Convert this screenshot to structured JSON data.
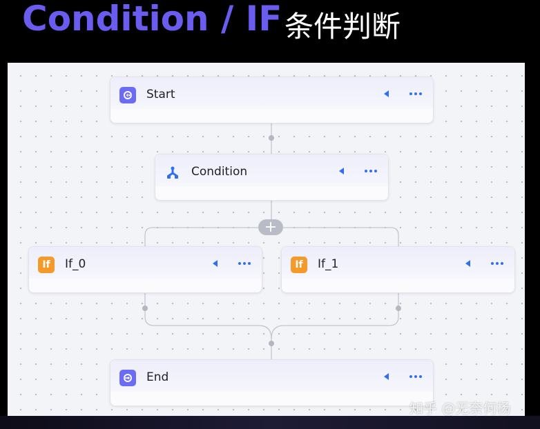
{
  "heading": {
    "title_en": "Condition / IF",
    "title_cn": "条件判断",
    "title_en_color": "#6b5cf0"
  },
  "canvas": {
    "nodes": [
      {
        "id": "start",
        "label": "Start",
        "icon": "start-icon",
        "icon_color": "#6b6cf5"
      },
      {
        "id": "condition",
        "label": "Condition",
        "icon": "branch-icon",
        "icon_color": "#2f6ff0"
      },
      {
        "id": "if0",
        "label": "If_0",
        "icon": "if-icon",
        "icon_text": "If",
        "icon_color": "#f59a2a"
      },
      {
        "id": "if1",
        "label": "If_1",
        "icon": "if-icon",
        "icon_text": "If",
        "icon_color": "#f59a2a"
      },
      {
        "id": "end",
        "label": "End",
        "icon": "end-icon",
        "icon_color": "#6b6cf5"
      }
    ],
    "add_button": "+",
    "accent_color": "#2f6ff0"
  },
  "watermark": "知乎 @无奈何杨"
}
